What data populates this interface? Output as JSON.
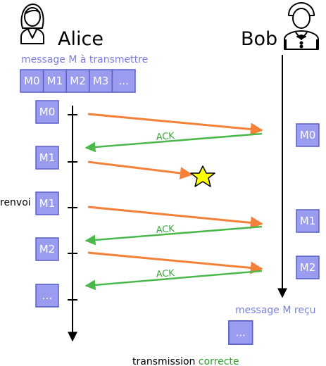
{
  "actors": {
    "alice": "Alice",
    "bob": "Bob"
  },
  "queue_label": "message M à transmettre",
  "send_queue": [
    "M0",
    "M1",
    "M2",
    "M3",
    "..."
  ],
  "left_column": [
    "M0",
    "M1",
    "M1",
    "M2",
    "..."
  ],
  "retransmit_label": "renvoi",
  "right_column": [
    "M0",
    "M1",
    "M2"
  ],
  "ack_label": "ACK",
  "received_label": "message M reçu",
  "received_queue": [
    "M0",
    "M1",
    "M2",
    "..."
  ],
  "caption": {
    "part1": "transmission ",
    "part2": "correcte"
  },
  "colors": {
    "box_fill": "#9a9cf0",
    "box_stroke": "#5a5fc8",
    "message_arrow": "#f4813a",
    "ack_arrow": "#4cb84c",
    "lost_star": "#ffff00",
    "label_blue": "#7b7fe0",
    "caption_green": "#2aa22a"
  },
  "icons": [
    "person-icon",
    "waiter-icon",
    "star-icon"
  ]
}
